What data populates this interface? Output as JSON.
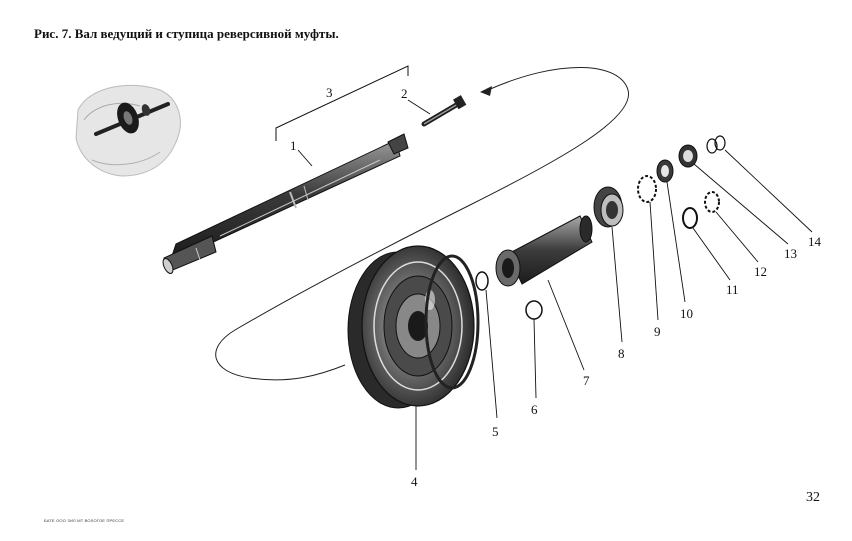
{
  "figure": {
    "title": "Рис. 7. Вал ведущий и ступица реверсивной муфты.",
    "page_number": "32",
    "footer_imprint": "БАТЕ ООО ЗИЛ МТ ВОЛОГОЕ ПРЕССЕ"
  },
  "callouts": [
    "1",
    "2",
    "3",
    "4",
    "5",
    "6",
    "7",
    "8",
    "9",
    "10",
    "11",
    "12",
    "13",
    "14"
  ],
  "colors": {
    "ink": "#111111",
    "metal_dark": "#2a2a2a",
    "metal_mid": "#6e6e6e",
    "metal_light": "#bdbdbd"
  }
}
